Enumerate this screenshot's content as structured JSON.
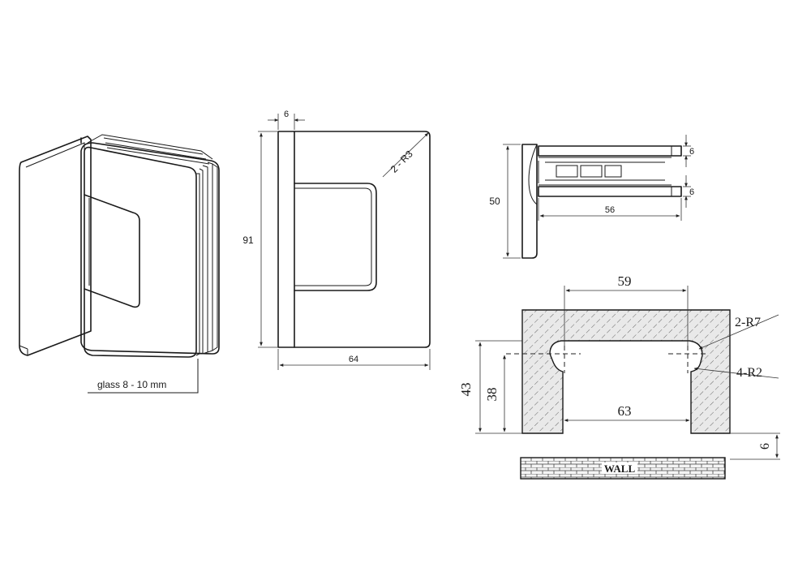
{
  "labels": {
    "glass": "glass 8 - 10 mm",
    "front_width": "6",
    "front_height": "91",
    "front_radius": "2 - R3",
    "front_base": "64",
    "side_height": "50",
    "side_top": "6",
    "side_bottom": "6",
    "side_width": "56",
    "cut_top": "59",
    "cut_radius_outer": "2-R7",
    "cut_radius_inner": "4-R2",
    "cut_height_outer": "43",
    "cut_height_inner": "38",
    "cut_bottom": "63",
    "cut_offset": "6",
    "wall": "WALL"
  },
  "colors": {
    "stroke": "#1a1a1a",
    "hatch_fill": "#e6e6e6",
    "hatch_line": "#555555"
  }
}
